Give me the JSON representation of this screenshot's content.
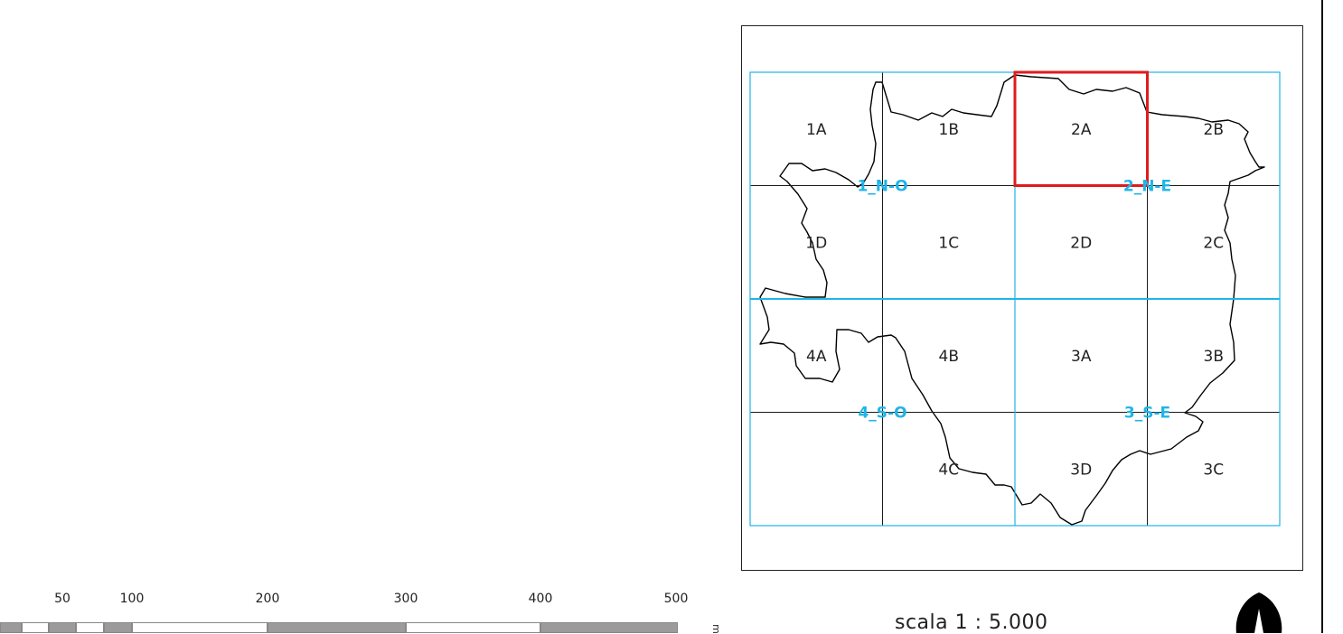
{
  "map": {
    "tiles": [
      {
        "id": "1A",
        "label": "1A",
        "col": 0,
        "row": 0
      },
      {
        "id": "1B",
        "label": "1B",
        "col": 1,
        "row": 0
      },
      {
        "id": "2A",
        "label": "2A",
        "col": 2,
        "row": 0
      },
      {
        "id": "2B",
        "label": "2B",
        "col": 3,
        "row": 0
      },
      {
        "id": "1D",
        "label": "1D",
        "col": 0,
        "row": 1
      },
      {
        "id": "1C",
        "label": "1C",
        "col": 1,
        "row": 1
      },
      {
        "id": "2D",
        "label": "2D",
        "col": 2,
        "row": 1
      },
      {
        "id": "2C",
        "label": "2C",
        "col": 3,
        "row": 1
      },
      {
        "id": "4A",
        "label": "4A",
        "col": 0,
        "row": 2
      },
      {
        "id": "4B",
        "label": "4B",
        "col": 1,
        "row": 2
      },
      {
        "id": "3A",
        "label": "3A",
        "col": 2,
        "row": 2
      },
      {
        "id": "3B",
        "label": "3B",
        "col": 3,
        "row": 2
      },
      {
        "id": "4C",
        "label": "4C",
        "col": 1,
        "row": 3
      },
      {
        "id": "3D",
        "label": "3D",
        "col": 2,
        "row": 3
      },
      {
        "id": "3C",
        "label": "3C",
        "col": 3,
        "row": 3
      }
    ],
    "quadrants": [
      {
        "id": "1_N-O",
        "label": "1_N-O"
      },
      {
        "id": "2_N-E",
        "label": "2_N-E"
      },
      {
        "id": "4_S-O",
        "label": "4_S-O"
      },
      {
        "id": "3_S-E",
        "label": "3_S-E"
      }
    ],
    "highlighted_tile": "2A",
    "colors": {
      "grid_line": "#1a1a1a",
      "quadrant_line": "#1fb5e8",
      "highlight": "#e01b1b",
      "boundary": "#000000"
    }
  },
  "scale_bar": {
    "ticks": [
      "50",
      "100",
      "200",
      "300",
      "400",
      "500"
    ],
    "unit": "m"
  },
  "scale_text": "scala 1 : 5.000",
  "north_arrow": {
    "icon": "north-arrow-icon"
  }
}
